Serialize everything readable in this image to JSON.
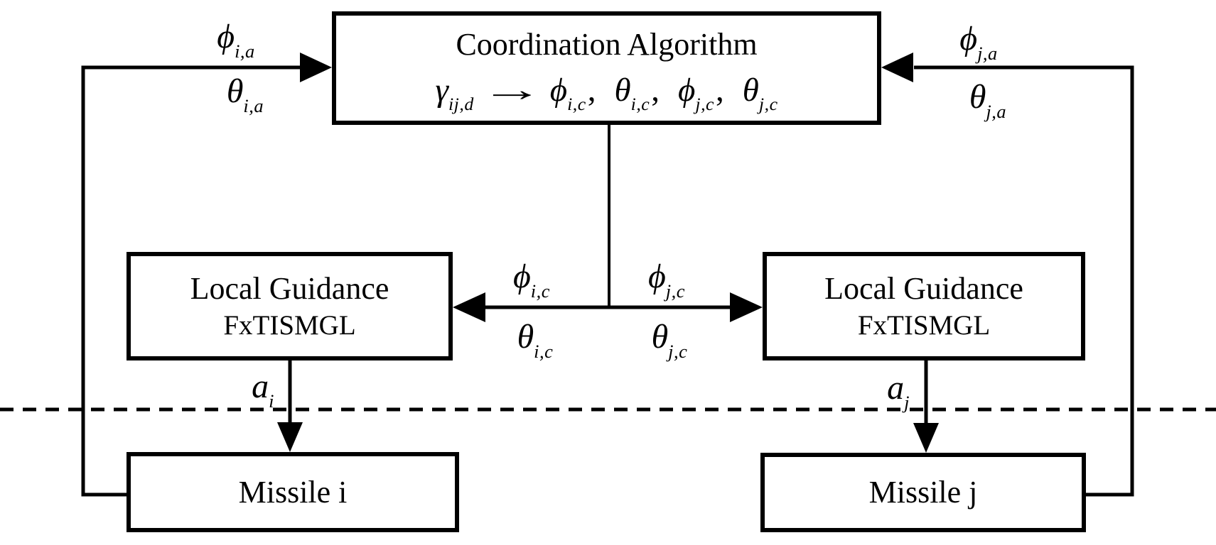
{
  "colors": {
    "ink": "#000000",
    "paper": "#ffffff"
  },
  "boxes": {
    "coordination": {
      "title": "Coordination Algorithm",
      "equation": {
        "gamma": "γ",
        "gamma_sub": "ij,d",
        "maps_to": "→",
        "phi_i": "ϕ",
        "phi_i_sub": "i,c",
        "theta_i": "θ",
        "theta_i_sub": "i,c",
        "phi_j": "ϕ",
        "phi_j_sub": "j,c",
        "theta_j": "θ",
        "theta_j_sub": "j,c",
        "comma": ","
      }
    },
    "local_guidance_i": {
      "line1": "Local Guidance",
      "line2": "FxTISMGL"
    },
    "local_guidance_j": {
      "line1": "Local Guidance",
      "line2": "FxTISMGL"
    },
    "missile_i": {
      "label": "Missile i"
    },
    "missile_j": {
      "label": "Missile j"
    }
  },
  "signals": {
    "phi_ia": {
      "symbol": "ϕ",
      "sub": "i,a"
    },
    "theta_ia": {
      "symbol": "θ",
      "sub": "i,a"
    },
    "phi_ja": {
      "symbol": "ϕ",
      "sub": "j,a"
    },
    "theta_ja": {
      "symbol": "θ",
      "sub": "j,a"
    },
    "phi_ic": {
      "symbol": "ϕ",
      "sub": "i,c"
    },
    "theta_ic": {
      "symbol": "θ",
      "sub": "i,c"
    },
    "phi_jc": {
      "symbol": "ϕ",
      "sub": "j,c"
    },
    "theta_jc": {
      "symbol": "θ",
      "sub": "j,c"
    },
    "a_i": {
      "symbol": "a",
      "sub": "i"
    },
    "a_j": {
      "symbol": "a",
      "sub": "j"
    }
  }
}
